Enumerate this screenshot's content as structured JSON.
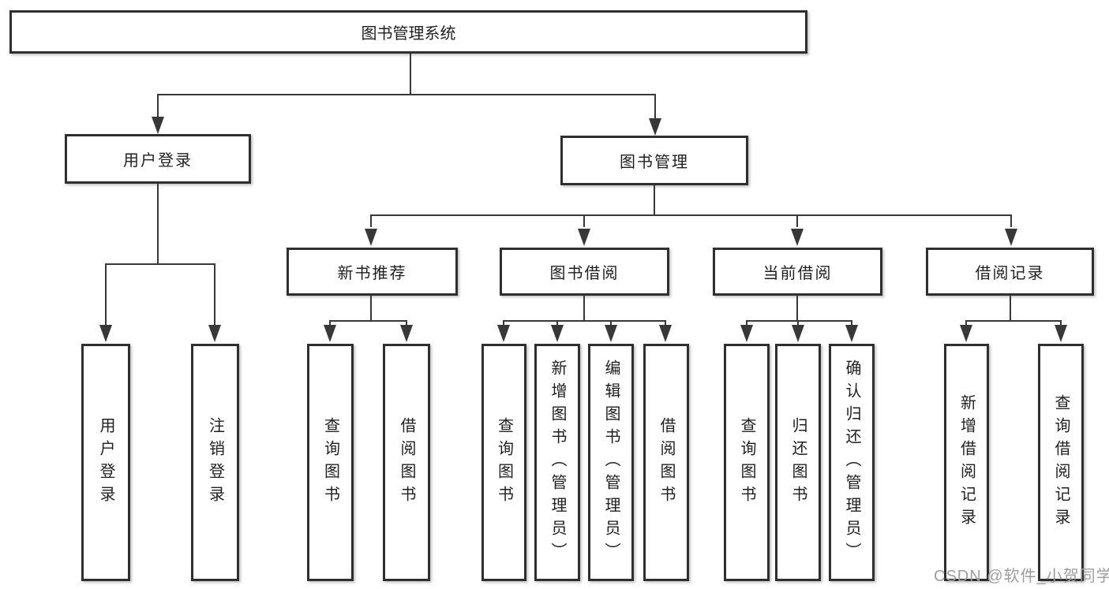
{
  "colors": {
    "line": "#383838",
    "box_border": "#2f2f2f",
    "box_fill": "#ffffff",
    "text": "#1f1f1f",
    "watermark": "#9d9d9d"
  },
  "tree": {
    "root": "图书管理系统",
    "branches": [
      {
        "label": "用户登录",
        "children": [
          "用户登录",
          "注销登录"
        ]
      },
      {
        "label": "图书管理",
        "children": [
          {
            "label": "新书推荐",
            "children": [
              "查询图书",
              "借阅图书"
            ]
          },
          {
            "label": "图书借阅",
            "children": [
              "查询图书",
              "新增图书（管理员）",
              "编辑图书（管理员）",
              "借阅图书"
            ]
          },
          {
            "label": "当前借阅",
            "children": [
              "查询图书",
              "归还图书",
              "确认归还（管理员）"
            ]
          },
          {
            "label": "借阅记录",
            "children": [
              "新增借阅记录",
              "查询借阅记录"
            ]
          }
        ]
      }
    ]
  },
  "watermark": {
    "text": "CSDN @软件_小贺同学"
  }
}
